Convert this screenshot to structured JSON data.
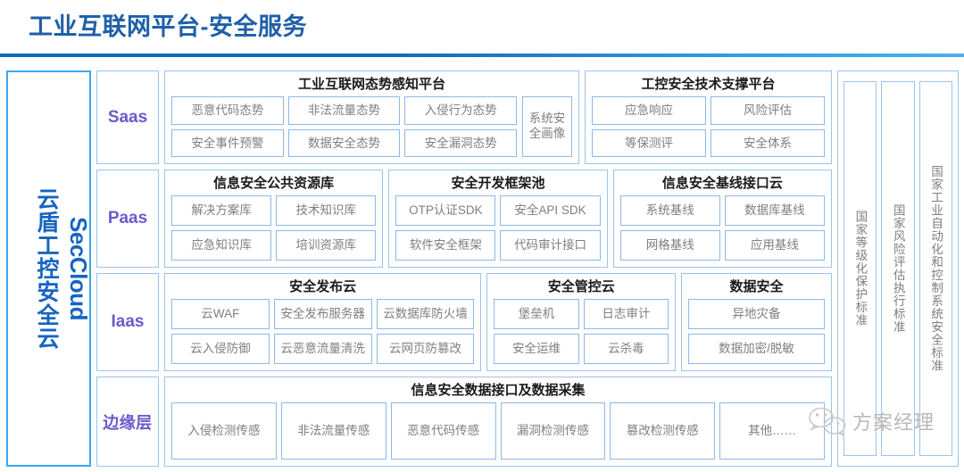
{
  "header": {
    "title": "工业互联网平台-安全服务",
    "title_color": "#1F5FA8"
  },
  "left_panel": {
    "label_cn": "云盾工控安全云",
    "label_en": "SecCloud",
    "color": "#1565C0",
    "border_color": "#37AAEE"
  },
  "tiers": [
    {
      "label": "Saas",
      "groups": [
        {
          "title": "工业互联网态势感知平台",
          "cols": 3,
          "cells": [
            "恶意代码态势",
            "非法流量态势",
            "入侵行为态势",
            "安全事件预警",
            "数据安全态势",
            "安全漏洞态势"
          ],
          "tall_cell": "系统\n安全\n画像"
        },
        {
          "title": "工控安全技术支撑平台",
          "cols": 2,
          "cells": [
            "应急响应",
            "风险评估",
            "等保测评",
            "安全体系"
          ],
          "tall_cell": null
        }
      ]
    },
    {
      "label": "Paas",
      "groups": [
        {
          "title": "信息安全公共资源库",
          "cols": 2,
          "cells": [
            "解决方案库",
            "技术知识库",
            "应急知识库",
            "培训资源库"
          ],
          "tall_cell": null
        },
        {
          "title": "安全开发框架池",
          "cols": 2,
          "cells": [
            "OTP认证SDK",
            "安全API SDK",
            "软件安全框架",
            "代码审计接口"
          ],
          "tall_cell": null
        },
        {
          "title": "信息安全基线接口云",
          "cols": 2,
          "cells": [
            "系统基线",
            "数据库基线",
            "网格基线",
            "应用基线"
          ],
          "tall_cell": null
        }
      ]
    },
    {
      "label": "Iaas",
      "groups": [
        {
          "title": "安全发布云",
          "cols": 3,
          "cells": [
            "云WAF",
            "安全发布服务器",
            "云数据库防火墙",
            "云入侵防御",
            "云恶意流量清洗",
            "云网页防篡改"
          ],
          "tall_cell": null
        },
        {
          "title": "安全管控云",
          "cols": 2,
          "cells": [
            "堡垒机",
            "日志审计",
            "安全运维",
            "云杀毒"
          ],
          "tall_cell": null
        },
        {
          "title": "数据安全",
          "cols": 1,
          "cells": [
            "异地灾备",
            "数据加密/脱敏"
          ],
          "tall_cell": null
        }
      ]
    },
    {
      "label": "边缘层",
      "groups": [
        {
          "title": "信息安全数据接口及数据采集",
          "cols": 6,
          "rows": 1,
          "cells": [
            "入侵检测传感",
            "非法流量传感",
            "恶意代码传感",
            "漏洞检测传感",
            "篡改检测传感",
            "其他……"
          ],
          "tall_cell": null
        }
      ]
    }
  ],
  "standards": [
    "国家等级化保护标准",
    "国家风险评估执行标准",
    "国家工业自动化和控制系统安全标准"
  ],
  "watermark": {
    "text": "方案经理",
    "icon": "wechat-icon",
    "color": "#B9B9B9"
  },
  "palette": {
    "tier_label_color": "#6A5ACD",
    "cell_text_color": "#7F7F7F",
    "cell_border_color": "#8EB8E5",
    "group_border_color": "#9CC3E8",
    "rule_color": "#1668B3"
  }
}
